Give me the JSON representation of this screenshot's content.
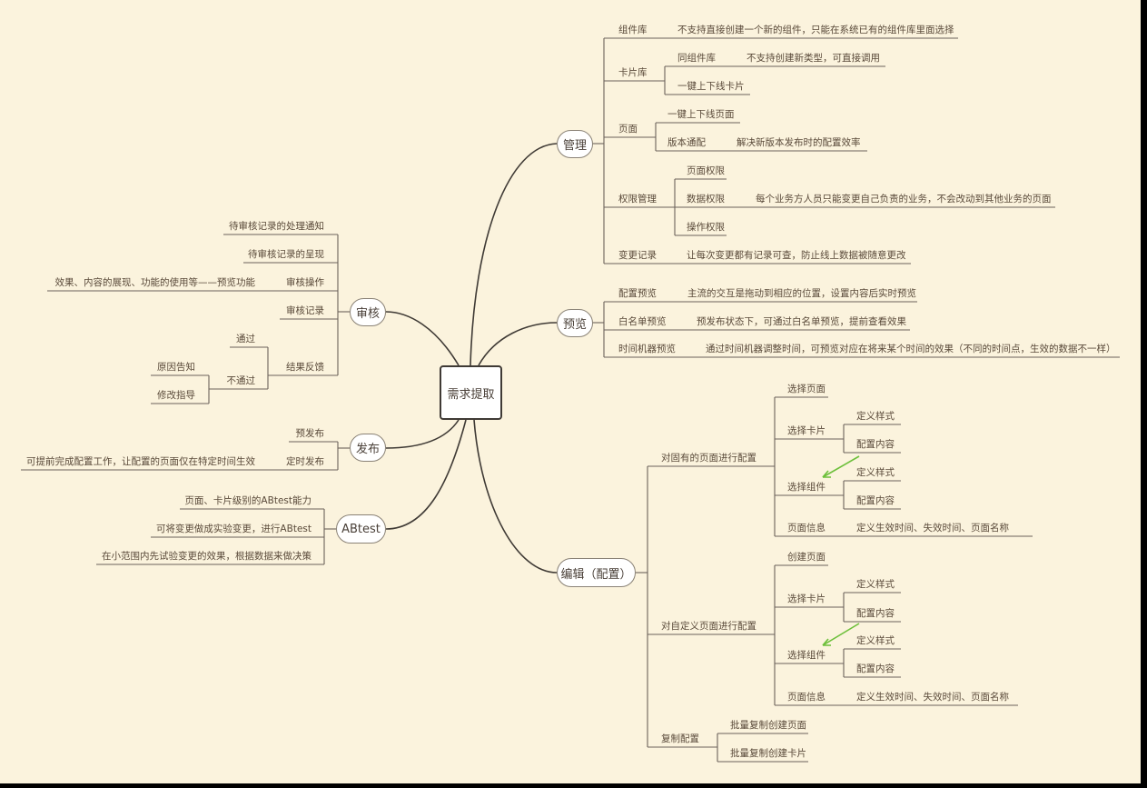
{
  "root": {
    "label": "需求提取"
  },
  "colors": {
    "background": "#fbf3dd",
    "line": "#6b625a",
    "curve": "#3f3a35",
    "arrow": "#6cbf3a"
  },
  "topics": {
    "manage": {
      "label": "管理"
    },
    "preview": {
      "label": "预览"
    },
    "edit": {
      "label": "编辑（配置）"
    },
    "review": {
      "label": "审核"
    },
    "publish": {
      "label": "发布"
    },
    "abtest": {
      "label": "ABtest"
    }
  },
  "manage": {
    "component_lib": {
      "label": "组件库",
      "note": "不支持直接创建一个新的组件，只能在系统已有的组件库里面选择"
    },
    "card_lib": {
      "label": "卡片库",
      "same_as": "同组件库",
      "same_note": "不支持创建新类型，可直接调用",
      "online": "一键上下线卡片"
    },
    "page": {
      "label": "页面",
      "online": "一键上下线页面",
      "version": "版本通配",
      "version_note": "解决新版本发布时的配置效率"
    },
    "permission": {
      "label": "权限管理",
      "page": "页面权限",
      "data": "数据权限",
      "data_note": "每个业务方人员只能变更自己负责的业务，不会改动到其他业务的页面",
      "op": "操作权限"
    },
    "changelog": {
      "label": "变更记录",
      "note": "让每次变更都有记录可查，防止线上数据被随意更改"
    }
  },
  "preview": {
    "config": {
      "label": "配置预览",
      "note": "主流的交互是拖动到相应的位置，设置内容后实时预览"
    },
    "whitelist": {
      "label": "白名单预览",
      "note": "预发布状态下，可通过白名单预览，提前查看效果"
    },
    "timemachine": {
      "label": "时间机器预览",
      "note": "通过时间机器调整时间，可预览对应在将来某个时间的效果（不同的时间点，生效的数据不一样）"
    }
  },
  "edit": {
    "existing": {
      "label": "对固有的页面进行配置",
      "select_page": "选择页面",
      "select_card": "选择卡片",
      "style": "定义样式",
      "content": "配置内容",
      "select_comp": "选择组件",
      "style2": "定义样式",
      "content2": "配置内容",
      "page_info": "页面信息",
      "page_info_note": "定义生效时间、失效时间、页面名称"
    },
    "custom": {
      "label": "对自定义页面进行配置",
      "create_page": "创建页面",
      "select_card": "选择卡片",
      "style": "定义样式",
      "content": "配置内容",
      "select_comp": "选择组件",
      "style2": "定义样式",
      "content2": "配置内容",
      "page_info": "页面信息",
      "page_info_note": "定义生效时间、失效时间、页面名称"
    },
    "copy": {
      "label": "复制配置",
      "page": "批量复制创建页面",
      "card": "批量复制创建卡片"
    }
  },
  "review": {
    "notify": "待审核记录的处理通知",
    "display": "待审核记录的呈现",
    "operation": "审核操作",
    "operation_note": "效果、内容的展现、功能的使用等——预览功能",
    "record": "审核记录",
    "feedback": "结果反馈",
    "pass": "通过",
    "fail": "不通过",
    "reason": "原因告知",
    "guide": "修改指导"
  },
  "publish": {
    "pre": "预发布",
    "scheduled": "定时发布",
    "scheduled_note": "可提前完成配置工作，让配置的页面仅在特定时间生效"
  },
  "abtest": {
    "level": "页面、卡片级别的ABtest能力",
    "experiment": "可将变更做成实验变更，进行ABtest",
    "small": "在小范围内先试验变更的效果，根据数据来做决策"
  }
}
